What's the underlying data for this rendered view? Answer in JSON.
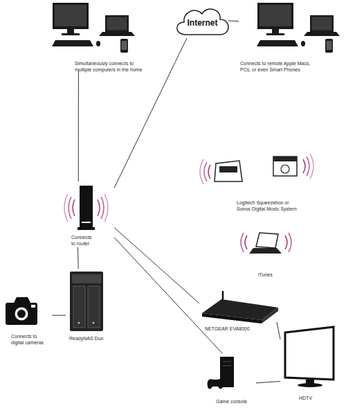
{
  "diagram": {
    "nodes": [
      {
        "text": [
          "Simultaneously connects to multiple computers in the home"
        ]
      },
      {
        "text": [
          "Internet"
        ]
      },
      {
        "text": [
          "Connects to remote Apple Macs, PCs, or even Smart Phones"
        ]
      },
      {
        "text": [
          "Logitech Squeezebox or Sonos Digital Music System"
        ]
      },
      {
        "text": [
          "Connects to router"
        ]
      },
      {
        "text": [
          "iTunes"
        ]
      },
      {
        "text": [
          "Connects to digital cameras"
        ]
      },
      {
        "text": [
          "ReadyNAS Duo"
        ]
      },
      {
        "text": [
          "NETGEAR EVA8000"
        ]
      },
      {
        "text": [
          "HDTV"
        ]
      },
      {
        "text": [
          "Game console"
        ]
      }
    ],
    "edges": [
      {
        "from": 0,
        "to": 4,
        "arrow": "none"
      },
      {
        "from": 4,
        "to": 1,
        "arrow": "none"
      },
      {
        "from": 1,
        "to": 2,
        "arrow": "none"
      },
      {
        "from": 4,
        "to": 7,
        "arrow": "none"
      },
      {
        "from": 6,
        "to": 7,
        "arrow": "none"
      },
      {
        "from": 4,
        "to": 8,
        "arrow": "none"
      },
      {
        "from": 4,
        "to": 10,
        "arrow": "none"
      },
      {
        "from": 8,
        "to": 9,
        "arrow": "none"
      },
      {
        "from": 10,
        "to": 9,
        "arrow": "none"
      }
    ]
  }
}
